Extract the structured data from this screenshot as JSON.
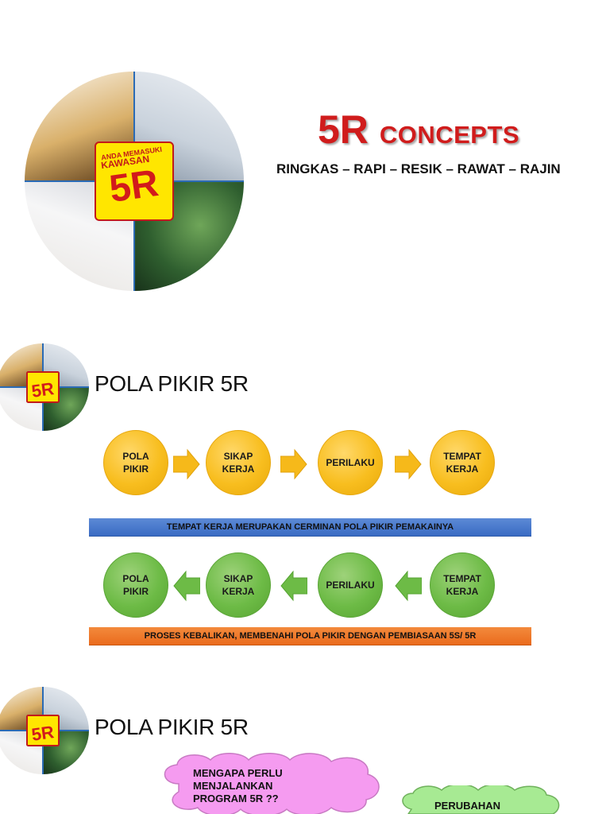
{
  "slide1": {
    "title_big": "5R",
    "title_small": "CONCEPTS",
    "subtitle": "RINGKAS – RAPI – RESIK – RAWAT – RAJIN",
    "logo": {
      "badge_top": "ANDA MEMASUKI",
      "badge_word": "KAWASAN",
      "badge_big": "5R"
    }
  },
  "slide2": {
    "heading": "POLA PIKIR 5R",
    "top_row": [
      "POLA PIKIR",
      "SIKAP KERJA",
      "PERILAKU",
      "TEMPAT KERJA"
    ],
    "blue_banner": "TEMPAT KERJA MERUPAKAN CERMINAN POLA PIKIR PEMAKAINYA",
    "bottom_row": [
      "POLA PIKIR",
      "SIKAP KERJA",
      "PERILAKU",
      "TEMPAT KERJA"
    ],
    "orange_banner": "PROSES KEBALIKAN, MEMBENAHI POLA PIKIR DENGAN PEMBIASAAN 5S/ 5R",
    "colors": {
      "yellow": "#f8be1f",
      "green": "#6dbb46",
      "blue": "#3a6bc3",
      "orange": "#ea6b1d"
    }
  },
  "slide3": {
    "heading": "POLA PIKIR 5R",
    "cloud_pink_lines": [
      "MENGAPA PERLU",
      "MENJALANKAN",
      "PROGRAM 5R ??"
    ],
    "cloud_green_text": "PERUBAHAN",
    "colors": {
      "pink": "#f59bf0",
      "green": "#a7ea93"
    }
  }
}
